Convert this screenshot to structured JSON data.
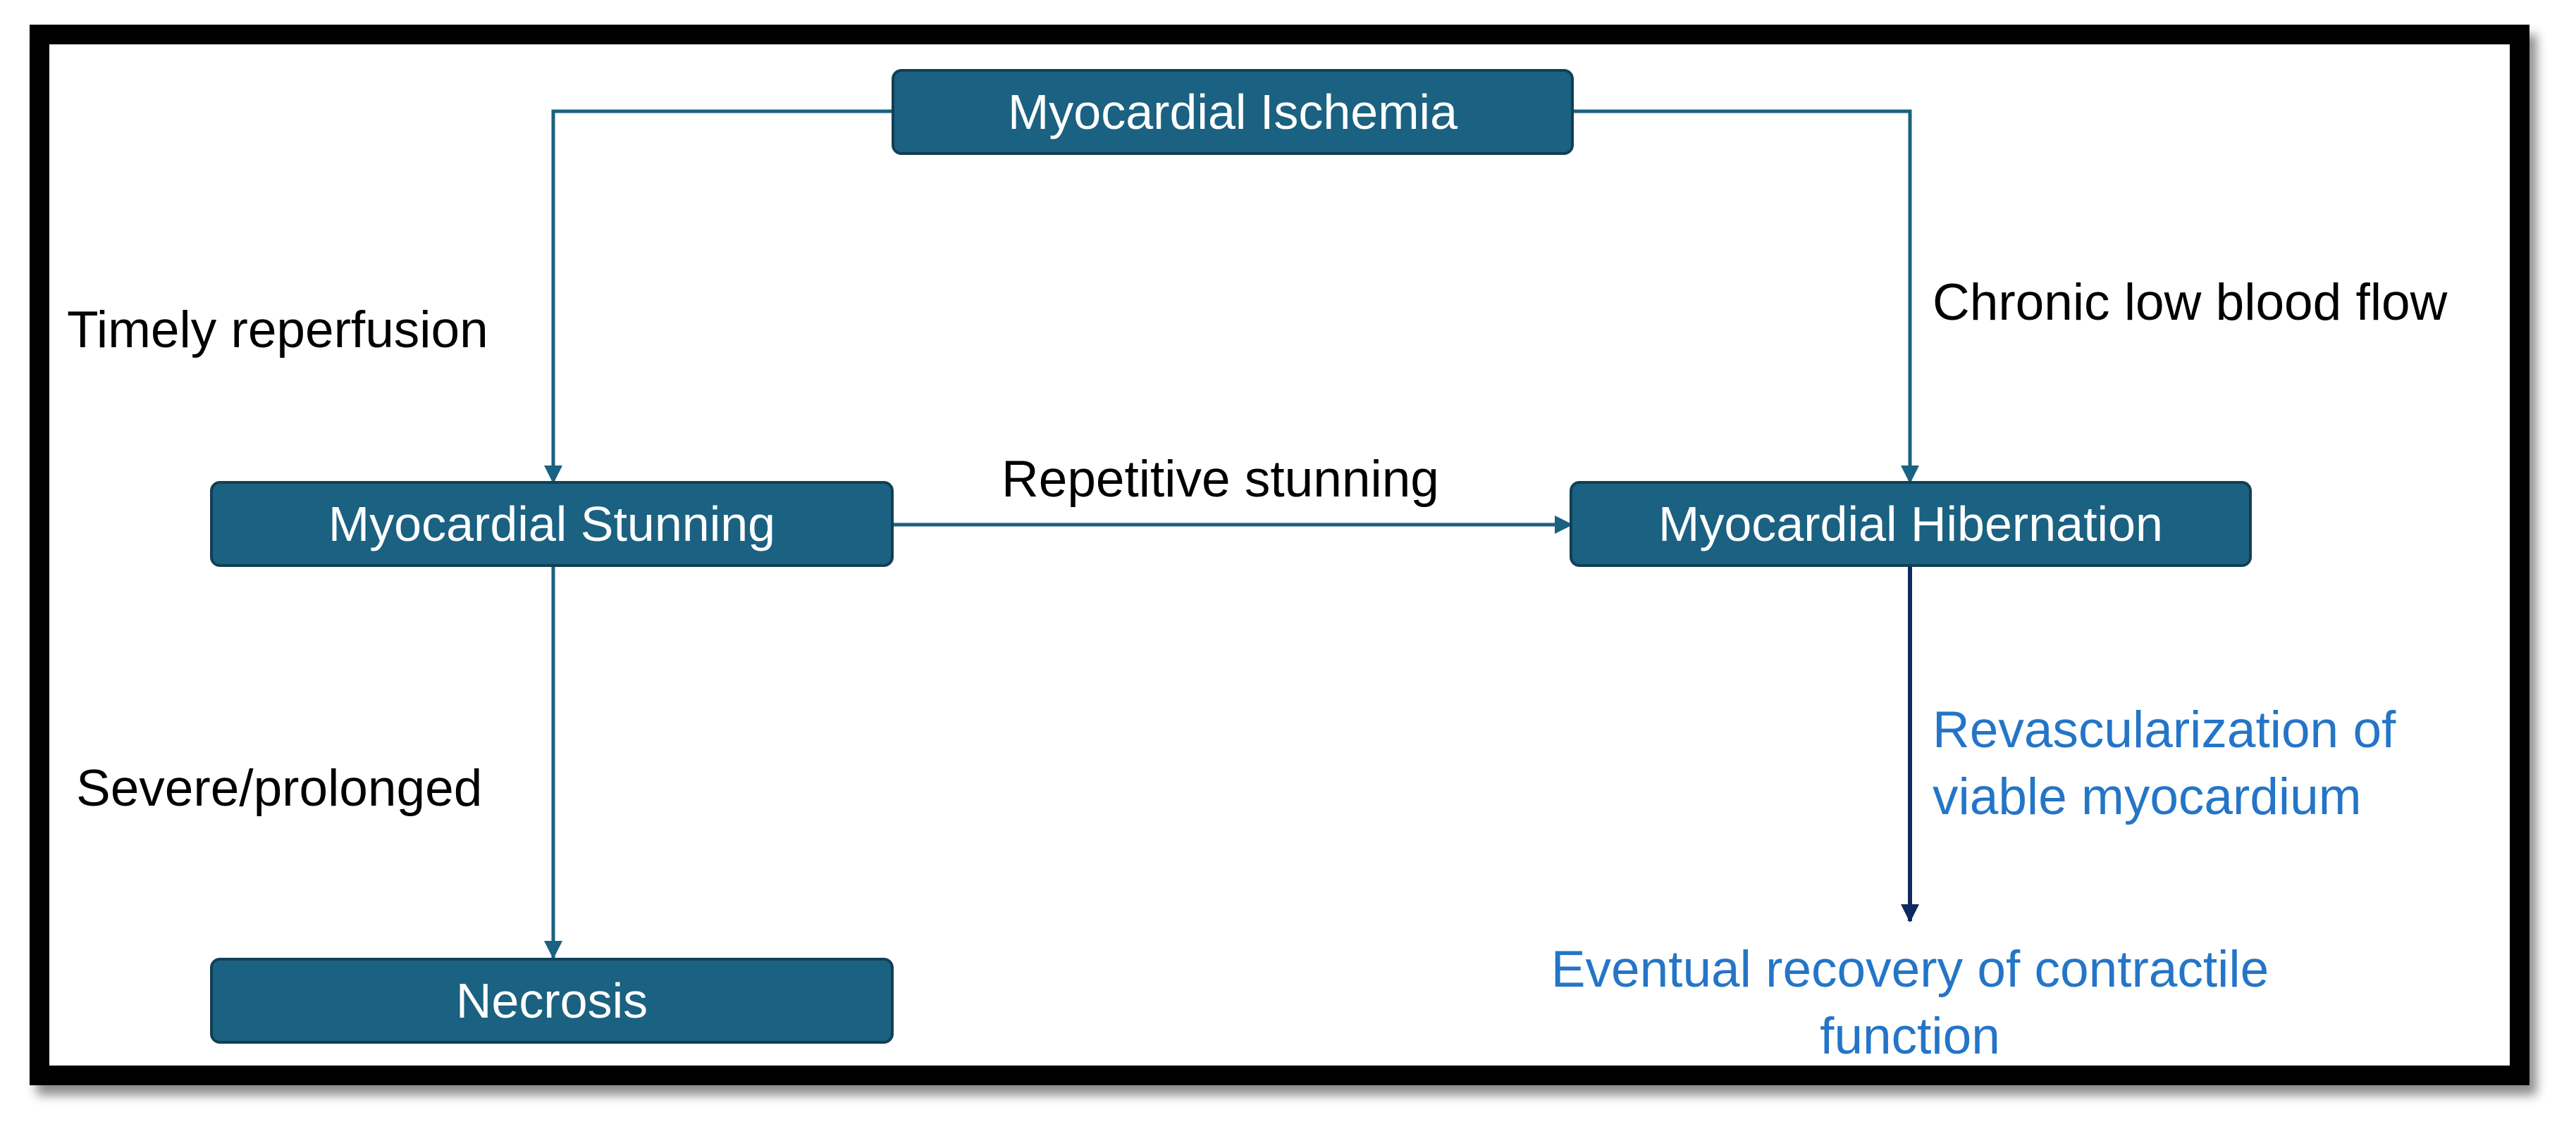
{
  "nodes": {
    "ischemia": "Myocardial Ischemia",
    "stunning": "Myocardial Stunning",
    "hibernation": "Myocardial Hibernation",
    "necrosis": "Necrosis",
    "recovery_line1": "Eventual recovery of contractile",
    "recovery_line2": "function"
  },
  "edges": {
    "timely_reperfusion": "Timely reperfusion",
    "chronic_low_blood_flow": "Chronic low blood flow",
    "repetitive_stunning": "Repetitive stunning",
    "severe_prolonged": "Severe/prolonged",
    "revascularization_line1": "Revascularization of",
    "revascularization_line2": "viable myocardium"
  },
  "colors": {
    "box_fill": "#1b6181",
    "box_border": "#123f55",
    "connector": "#1b6181",
    "revascularization_arrow": "#0f2a5e",
    "blue_text": "#2475c7",
    "frame": "#000000"
  }
}
